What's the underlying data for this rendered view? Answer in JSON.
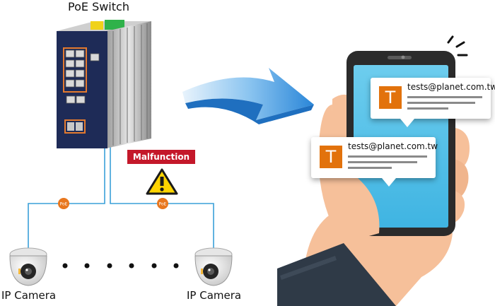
{
  "diagram": {
    "title": "PoE Switch",
    "alarm_label": "Malfunction",
    "poe_badge_label": "PoE",
    "camera_label": "IP Camera",
    "notification_top": {
      "avatar_letter": "T",
      "email": "tests@planet.com.tw"
    },
    "notification_bottom": {
      "avatar_letter": "T",
      "email": "tests@planet.com.tw"
    }
  },
  "colors": {
    "connector_line": "#3aa0d8",
    "poe_badge": "#e8771e",
    "alarm_red": "#c4182a",
    "warning_yellow": "#ffd400",
    "arrow_blue": "#4a9fe0",
    "avatar_orange": "#e2720c",
    "phone_screen": "#5bc3e8",
    "switch_front": "#1e2b57",
    "port_highlight": "#e47a2e"
  },
  "icons": [
    "warning-icon",
    "switch-device",
    "dome-camera-icon",
    "smartphone",
    "hand",
    "curved-arrow"
  ]
}
